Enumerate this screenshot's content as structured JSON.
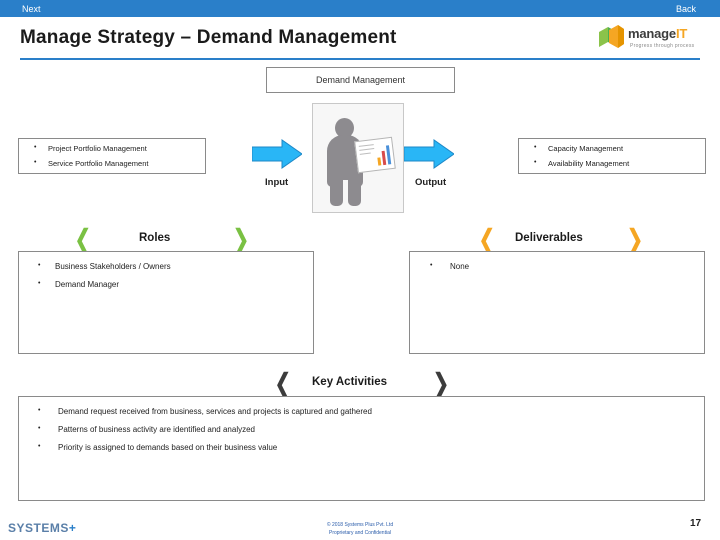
{
  "topbar": {
    "next_label": "Next",
    "back_label": "Back",
    "accent_color": "#2a7fc9"
  },
  "header": {
    "title": "Manage Strategy – Demand Management",
    "logo_text": "manage",
    "logo_text_accent": "IT",
    "logo_tagline": "Progress through process"
  },
  "diagram": {
    "process_box_label": "Demand Management",
    "input_label": "Input",
    "output_label": "Output",
    "inputs": [
      "Project Portfolio Management",
      "Service Portfolio Management"
    ],
    "outputs": [
      "Capacity Management",
      "Availability Management"
    ],
    "bullet_glyph": "•"
  },
  "roles": {
    "heading": "Roles",
    "items": [
      "Business Stakeholders / Owners",
      "Demand Manager"
    ]
  },
  "deliverables": {
    "heading": "Deliverables",
    "items": [
      "None"
    ]
  },
  "key_activities": {
    "heading": "Key Activities",
    "items": [
      "Demand request received from business, services and projects is captured and gathered",
      "Patterns of business activity are identified and analyzed",
      "Priority is assigned to demands based on their business value"
    ]
  },
  "footer": {
    "copyright_line1": "© 2018 Systems Plus Pvt. Ltd",
    "copyright_line2": "Proprietary and Confidential",
    "page_number": "17",
    "brand": "SYSTEMS",
    "brand_plus": "+"
  },
  "colors": {
    "accent_blue": "#2a7fc9",
    "bracket_green": "#7ac143",
    "bracket_orange": "#f5a623",
    "bracket_dark": "#3c3c3c",
    "arrow_fill": "#29b6f6"
  }
}
